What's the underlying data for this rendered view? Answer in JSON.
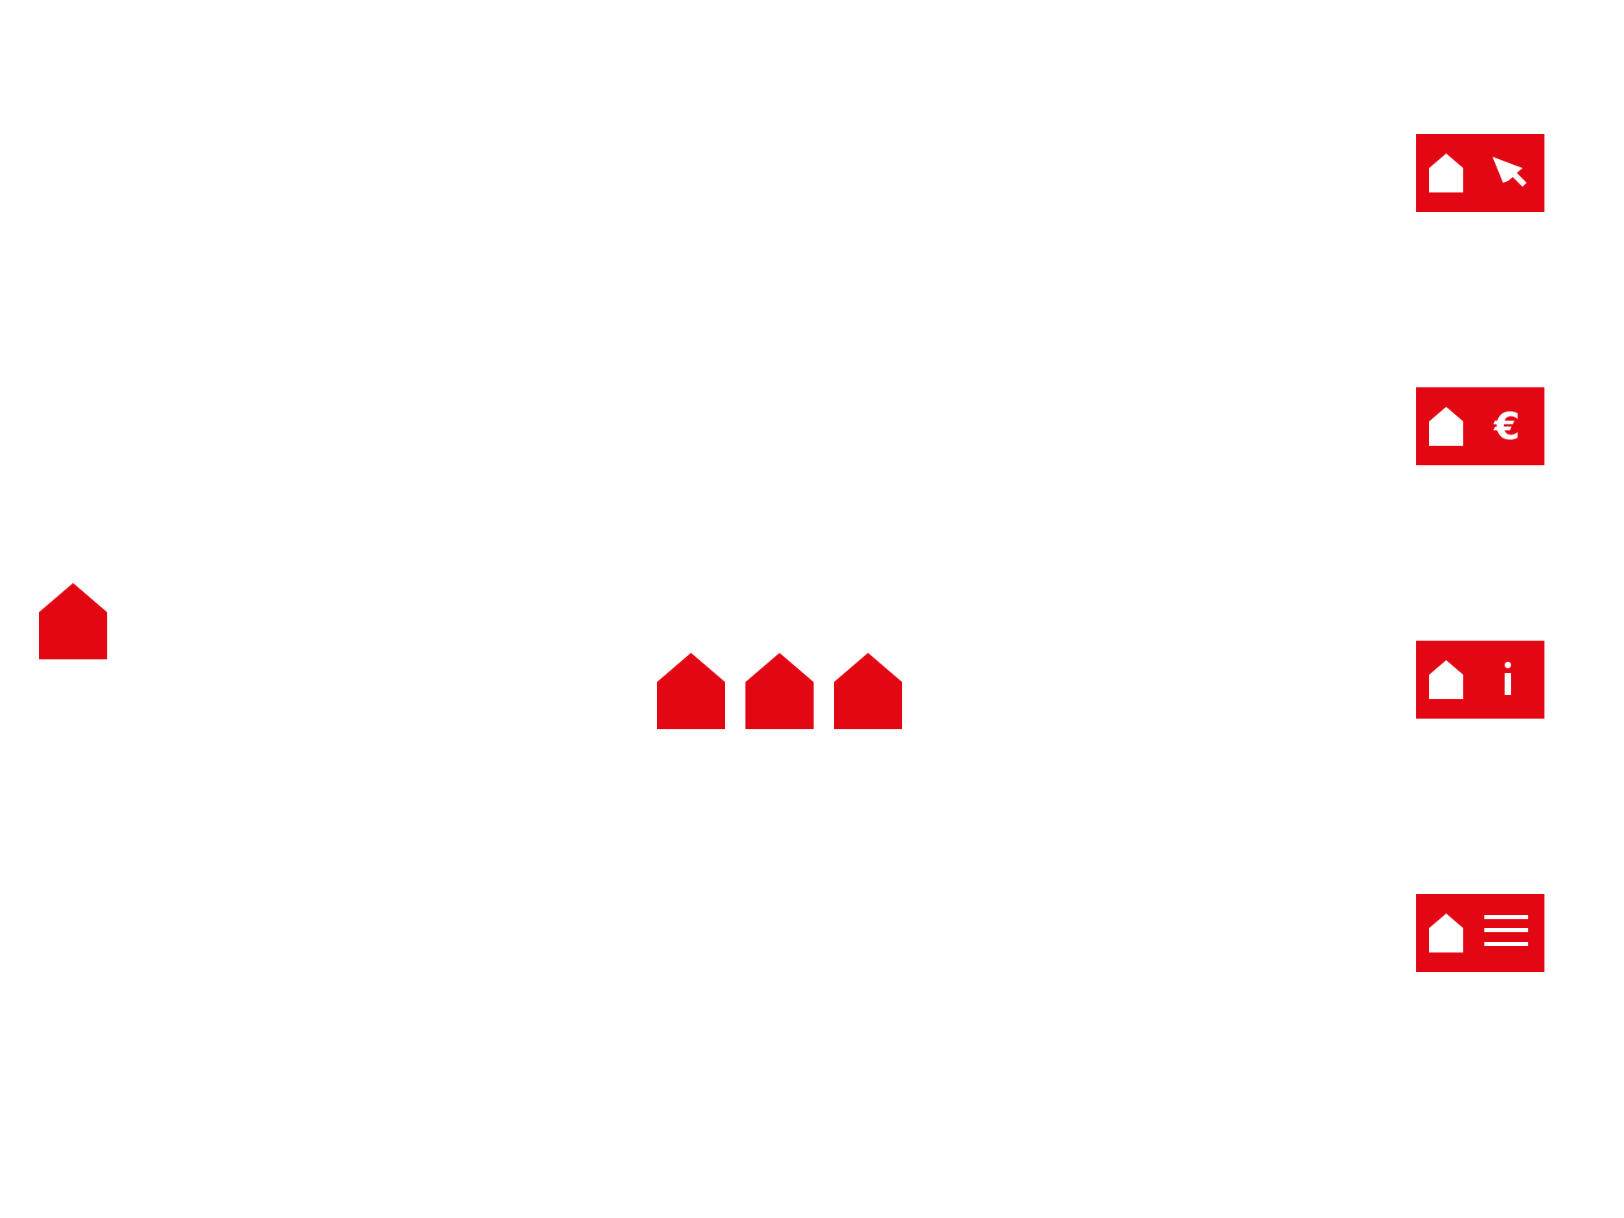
{
  "colors": {
    "brand_red": "#e30613",
    "background": "#ffffff",
    "glyph": "#ffffff"
  },
  "icons": {
    "single_house": "house-icon",
    "house_group": [
      "house-icon",
      "house-icon",
      "house-icon"
    ]
  },
  "tiles": [
    {
      "name": "house-cursor-tile",
      "icons": [
        "house-icon",
        "cursor-icon"
      ]
    },
    {
      "name": "house-euro-tile",
      "icons": [
        "house-icon",
        "euro-icon"
      ],
      "symbol": "€"
    },
    {
      "name": "house-info-tile",
      "icons": [
        "house-icon",
        "info-icon"
      ]
    },
    {
      "name": "house-menu-tile",
      "icons": [
        "house-icon",
        "menu-icon"
      ]
    }
  ]
}
